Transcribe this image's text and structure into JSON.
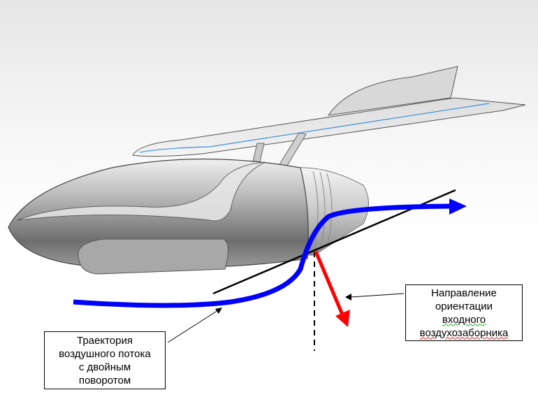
{
  "labels": {
    "airflow": [
      "Траектория",
      "воздушного потока",
      "с двойным",
      "поворотом"
    ],
    "intake": [
      "Направление",
      "ориентации",
      "входного",
      "воздухозаборника"
    ]
  },
  "colors": {
    "airflow": "#0000ff",
    "intake_direction": "#ff0000"
  }
}
